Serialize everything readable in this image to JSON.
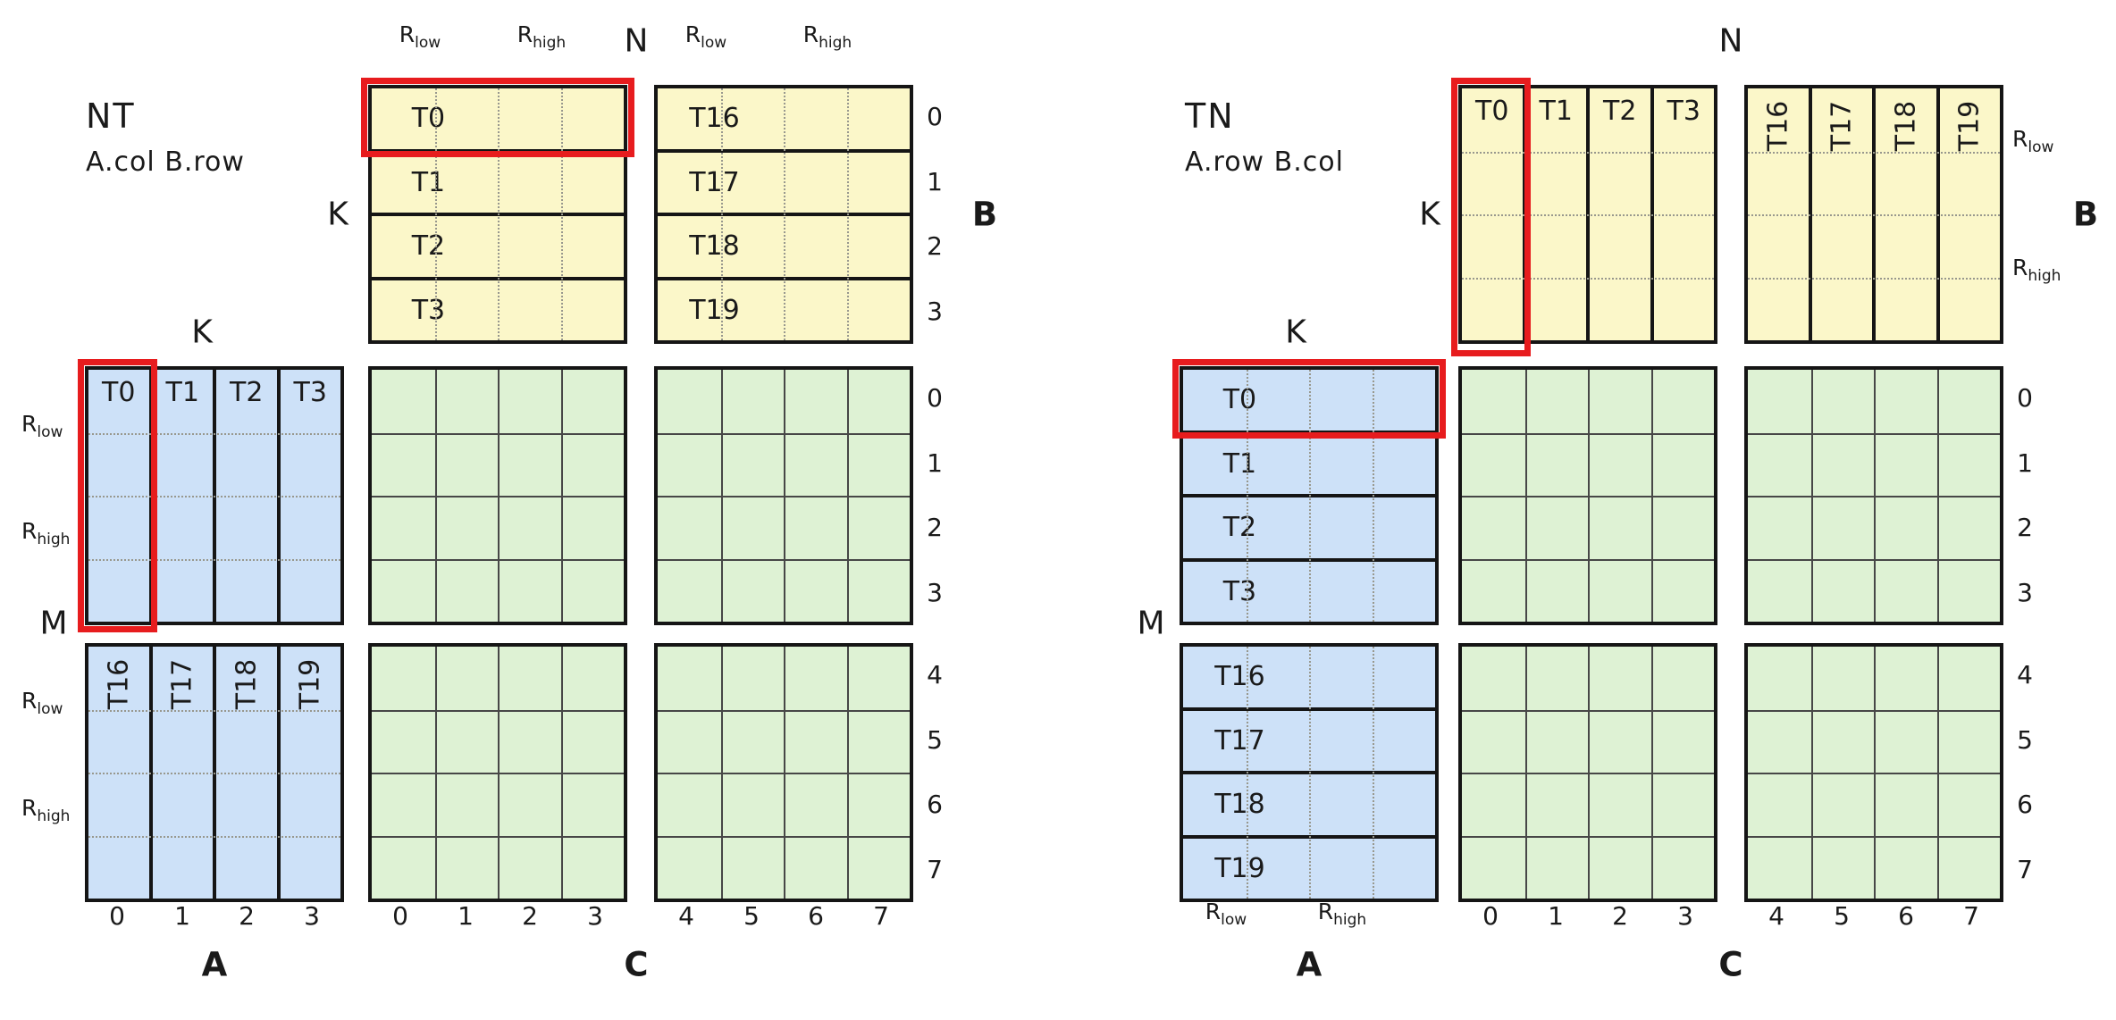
{
  "diagram": {
    "panels": {
      "left": {
        "title": "NT",
        "subtitle": "A.col B.row"
      },
      "right": {
        "title": "TN",
        "subtitle": "A.row B.col"
      }
    },
    "threads": {
      "first": [
        "T0",
        "T1",
        "T2",
        "T3"
      ],
      "second": [
        "T16",
        "T17",
        "T18",
        "T19"
      ]
    },
    "indices": [
      "0",
      "1",
      "2",
      "3",
      "4",
      "5",
      "6",
      "7"
    ],
    "r": {
      "low": {
        "base": "R",
        "sub": "low"
      },
      "high": {
        "base": "R",
        "sub": "high"
      }
    },
    "axes": {
      "k": "K",
      "m": "M",
      "n": "N",
      "a": "A",
      "b": "B",
      "c": "C"
    },
    "colors": {
      "matrix_a_fill": "#cde1f8",
      "matrix_b_fill": "#fbf7c9",
      "matrix_c_fill": "#def2d4",
      "highlight": "#e71c1e"
    }
  }
}
